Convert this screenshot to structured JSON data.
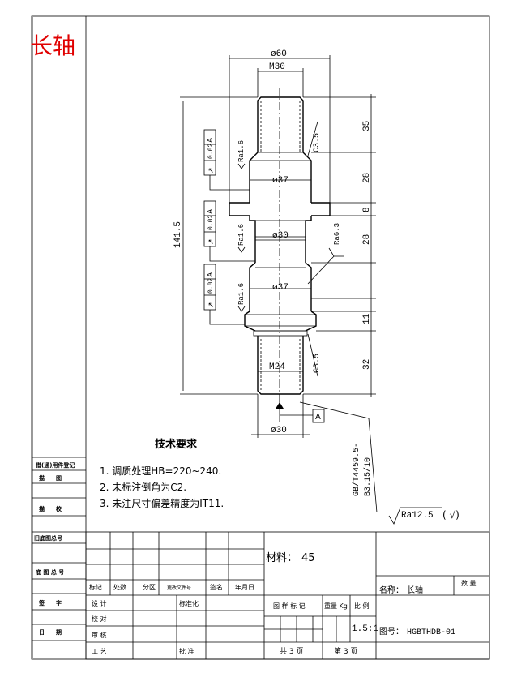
{
  "title_stamp": "长轴",
  "colors": {
    "stamp": "#e00000",
    "ink": "#000000"
  },
  "dimensions": {
    "dia_60": "ø60",
    "m30": "M30",
    "dia_37_upper": "ø37",
    "dia_30_mid": "ø30",
    "dia_37_lower": "ø37",
    "m24": "M24",
    "dia_30_bottom": "ø30",
    "len_35": "35",
    "len_28_upper": "28",
    "len_8": "8",
    "len_28_mid": "28",
    "len_11": "11",
    "len_32": "32",
    "total_141_5": "141.5",
    "chamfer_upper": "C3.5",
    "chamfer_lower": "C3.5"
  },
  "roughness": {
    "upper": "Ra1.6",
    "middle": "Ra1.6",
    "lower": "Ra1.6",
    "right": "Ra6.3",
    "general_value": "Ra12.5",
    "general_suffix": "( √)"
  },
  "tolerance_frames": [
    {
      "symbol": "↗",
      "value": "0.02",
      "datum": "A"
    },
    {
      "symbol": "↗",
      "value": "0.02",
      "datum": "A"
    },
    {
      "symbol": "↗",
      "value": "0.02",
      "datum": "A"
    }
  ],
  "datum_label": "A",
  "center_hole_note": {
    "line1": "GB/T4459.5-",
    "line2": "B3.15/10"
  },
  "tech_requirements": {
    "heading": "技术要求",
    "items": [
      "1. 调质处理HB=220~240.",
      "2. 未标注倒角为C2.",
      "3. 未注尺寸偏差精度为IT11."
    ]
  },
  "left_strip": {
    "labels": [
      "借(通)用件登记",
      "描　　图",
      "描　　校",
      "旧底图总号",
      "底 图 总 号",
      "签　　字",
      "日　　期"
    ]
  },
  "title_block": {
    "material_label": "材料：",
    "material_value": "45",
    "name_label": "名称：",
    "name_value": "长轴",
    "quantity_label": "数 量",
    "drawing_no_label": "图号：",
    "drawing_no_value": "HGBTHDB-01",
    "scale_value": "1.5:1",
    "sheets_total": "共 3  页",
    "sheet_current": "第 3  页",
    "header_cells": [
      "标记",
      "处数",
      "分区",
      "更改文件号",
      "签名",
      "年月日"
    ],
    "left_rows": [
      "设 计",
      "校 对",
      "审 核",
      "工 艺"
    ],
    "mid_rows": [
      "标准化",
      "批 准"
    ],
    "attr_headers": [
      "图 样 标 记",
      "重量 Kg",
      "比 例"
    ]
  }
}
